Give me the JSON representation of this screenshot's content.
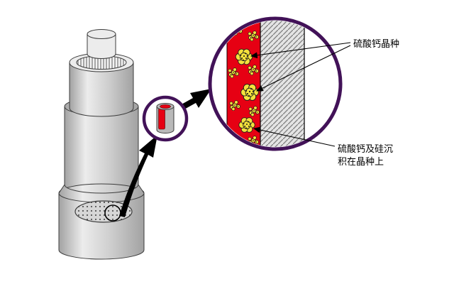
{
  "figure": {
    "labels": {
      "seed": "硫酸钙晶种",
      "deposit_line1": "硫酸钙及硅沉",
      "deposit_line2": "积在晶种上"
    },
    "colors": {
      "red": "#e60013",
      "yellow": "#f4e13c",
      "purple": "#421258",
      "outline": "#3c3c3c",
      "body-light": "#ececec",
      "body-mid": "#cdcdcd",
      "body-dark": "#a2a2a2",
      "tube-gray": "#b9b9b9",
      "hatch-bg": "#e4e4e4",
      "hatch-line": "#7d7d7d"
    }
  }
}
